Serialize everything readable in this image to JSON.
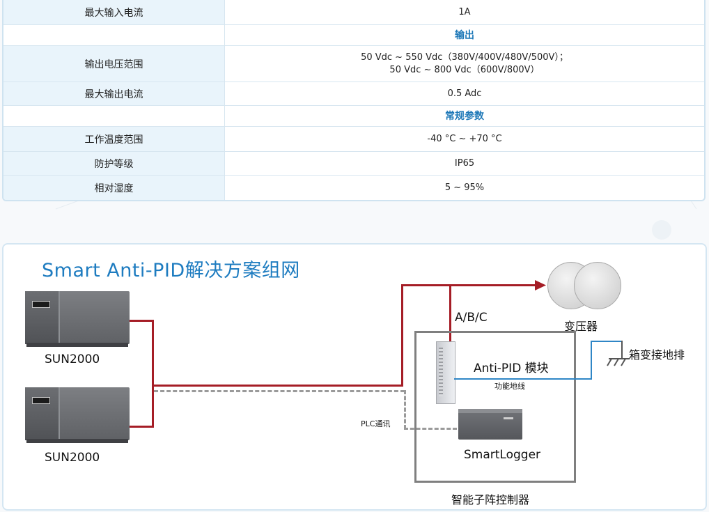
{
  "table": {
    "rows": [
      {
        "label": "最大输入电流",
        "value": "1A"
      },
      {
        "label": "",
        "value": "输出",
        "section": true
      },
      {
        "label": "输出电压范围",
        "value_lines": [
          "50 Vdc ~ 550 Vdc（380V/400V/480V/500V）；",
          "50 Vdc ~ 800 Vdc（600V/800V）"
        ]
      },
      {
        "label": "最大输出电流",
        "value": "0.5 Adc"
      },
      {
        "label": "",
        "value": "常规参数",
        "section": true
      },
      {
        "label": "工作温度范围",
        "value": "-40 °C ~ +70 °C"
      },
      {
        "label": "防护等级",
        "value": "IP65"
      },
      {
        "label": "相对湿度",
        "value": "5 ~ 95%"
      }
    ]
  },
  "diagram": {
    "title": "Smart Anti-PID解决方案组网",
    "inverter_1": "SUN2000",
    "inverter_2": "SUN2000",
    "phase_label": "A/B/C",
    "transformer": "变压器",
    "ground_bar": "箱变接地排",
    "module": "Anti-PID 模块",
    "ground_wire": "功能地线",
    "plc": "PLC通讯",
    "logger": "SmartLogger",
    "controller": "智能子阵控制器"
  },
  "colors": {
    "power_line": "#a51d26",
    "ground_line": "#2f86c6",
    "comm_line": "#9a9a9a",
    "section_text": "#1f79b8",
    "title_text": "#1e7cc0"
  }
}
